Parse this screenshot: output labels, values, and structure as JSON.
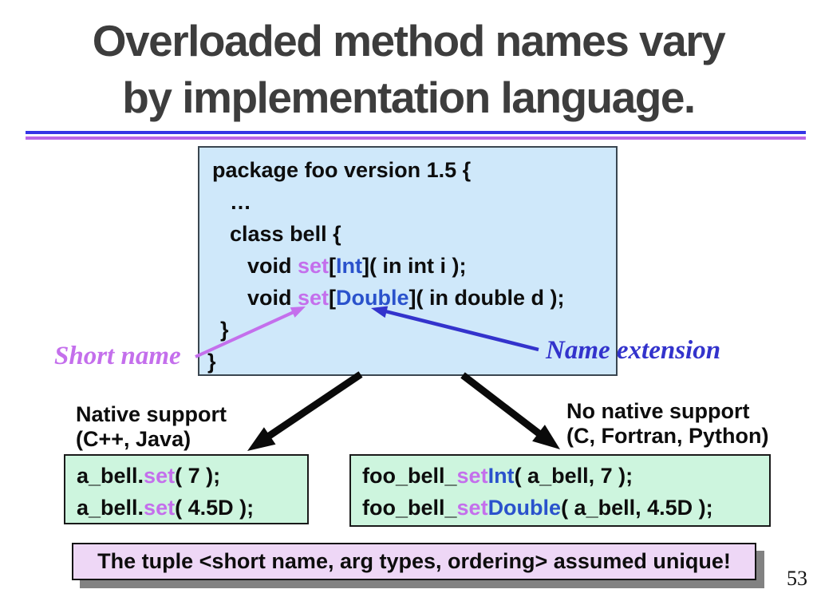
{
  "colors": {
    "violet": "#c46fec",
    "code_blue": "#2a52cc",
    "label_blue": "#3333cc",
    "arrow_black": "#0a0a0a",
    "black": "#0d0d0d",
    "underline_blue": "#3535e6",
    "underline_violet": "#b966e6",
    "code_box_bg": "#cfe8fa",
    "green_box_bg": "#cdf5de",
    "purple_box_bg": "#eed7f6"
  },
  "title": {
    "line1": "Overloaded method names vary",
    "line2": "by implementation language."
  },
  "code_box": {
    "lines": [
      {
        "pad": 16,
        "segments": [
          {
            "t": "package foo version 1.5 {",
            "c": "black"
          }
        ]
      },
      {
        "pad": 38,
        "segments": [
          {
            "t": "…",
            "c": "black"
          }
        ]
      },
      {
        "pad": 38,
        "segments": [
          {
            "t": "class bell {",
            "c": "black"
          }
        ]
      },
      {
        "pad": 60,
        "segments": [
          {
            "t": "void ",
            "c": "black"
          },
          {
            "t": "set",
            "c": "violet"
          },
          {
            "t": "[",
            "c": "black"
          },
          {
            "t": "Int",
            "c": "code_blue"
          },
          {
            "t": "]( in int i );",
            "c": "black"
          }
        ]
      },
      {
        "pad": 60,
        "segments": [
          {
            "t": "void ",
            "c": "black"
          },
          {
            "t": "set",
            "c": "violet"
          },
          {
            "t": "[",
            "c": "black"
          },
          {
            "t": "Double",
            "c": "code_blue"
          },
          {
            "t": "]( in double d );",
            "c": "black"
          }
        ]
      },
      {
        "pad": 26,
        "segments": [
          {
            "t": "}",
            "c": "black"
          }
        ]
      },
      {
        "pad": 10,
        "segments": [
          {
            "t": "}",
            "c": "black"
          }
        ]
      }
    ]
  },
  "annotations": {
    "short_name": "Short name",
    "name_extension": "Name extension"
  },
  "branch_labels": {
    "left": [
      "Native support",
      "(C++, Java)"
    ],
    "right": [
      "No native support",
      "(C, Fortran, Python)"
    ]
  },
  "left_box": {
    "lines": [
      {
        "pad": 0,
        "segments": [
          {
            "t": "a_bell.",
            "c": "black"
          },
          {
            "t": "set",
            "c": "violet"
          },
          {
            "t": "( 7 );",
            "c": "black"
          }
        ]
      },
      {
        "pad": 0,
        "segments": [
          {
            "t": "a_bell.",
            "c": "black"
          },
          {
            "t": "set",
            "c": "violet"
          },
          {
            "t": "( 4.5D );",
            "c": "black"
          }
        ]
      }
    ]
  },
  "right_box": {
    "lines": [
      {
        "pad": 0,
        "segments": [
          {
            "t": "foo_bell_",
            "c": "black"
          },
          {
            "t": "set",
            "c": "violet"
          },
          {
            "t": "Int",
            "c": "code_blue"
          },
          {
            "t": "( a_bell, 7 );",
            "c": "black"
          }
        ]
      },
      {
        "pad": 0,
        "segments": [
          {
            "t": "foo_bell_",
            "c": "black"
          },
          {
            "t": "set",
            "c": "violet"
          },
          {
            "t": "Double",
            "c": "code_blue"
          },
          {
            "t": "( a_bell, 4.5D );",
            "c": "black"
          }
        ]
      }
    ]
  },
  "bottom_banner": {
    "text": "The tuple <short name, arg types, ordering> assumed unique!"
  },
  "page_number": "53"
}
